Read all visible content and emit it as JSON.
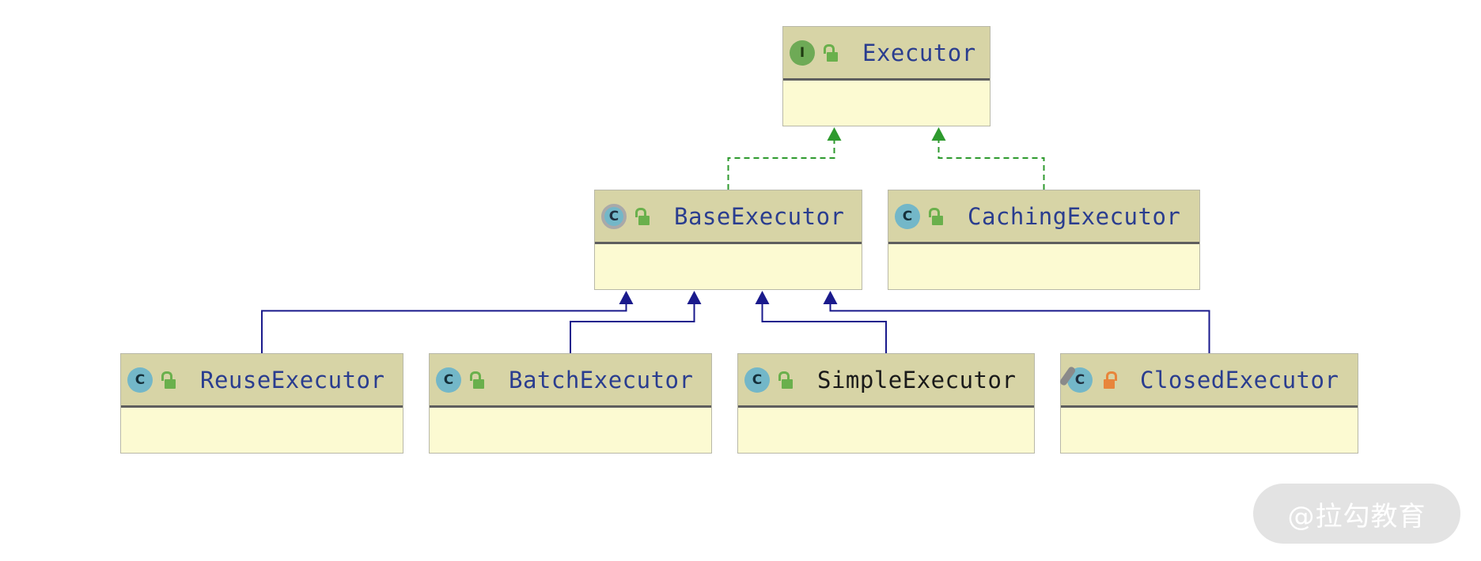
{
  "diagram": {
    "nodes": [
      {
        "id": "executor",
        "name": "Executor",
        "kind": "interface",
        "kind_letter": "I",
        "access": "open"
      },
      {
        "id": "base",
        "name": "BaseExecutor",
        "kind": "abstract",
        "kind_letter": "C",
        "access": "open"
      },
      {
        "id": "caching",
        "name": "CachingExecutor",
        "kind": "class",
        "kind_letter": "C",
        "access": "open"
      },
      {
        "id": "reuse",
        "name": "ReuseExecutor",
        "kind": "class",
        "kind_letter": "C",
        "access": "open"
      },
      {
        "id": "batch",
        "name": "BatchExecutor",
        "kind": "class",
        "kind_letter": "C",
        "access": "open"
      },
      {
        "id": "simple",
        "name": "SimpleExecutor",
        "kind": "class",
        "kind_letter": "C",
        "access": "open"
      },
      {
        "id": "closed",
        "name": "ClosedExecutor",
        "kind": "final",
        "kind_letter": "C",
        "access": "private"
      }
    ],
    "edges": [
      {
        "from": "base",
        "to": "executor",
        "type": "implements"
      },
      {
        "from": "caching",
        "to": "executor",
        "type": "implements"
      },
      {
        "from": "reuse",
        "to": "base",
        "type": "extends"
      },
      {
        "from": "batch",
        "to": "base",
        "type": "extends"
      },
      {
        "from": "simple",
        "to": "base",
        "type": "extends"
      },
      {
        "from": "closed",
        "to": "base",
        "type": "extends"
      }
    ],
    "colors": {
      "implements": "#2e9a2e",
      "extends": "#1a1a8c",
      "header": "#d7d4a6",
      "body": "#fcfad2",
      "class_name": "#2a3d8f"
    }
  },
  "watermark": {
    "text": "@拉勾教育"
  }
}
